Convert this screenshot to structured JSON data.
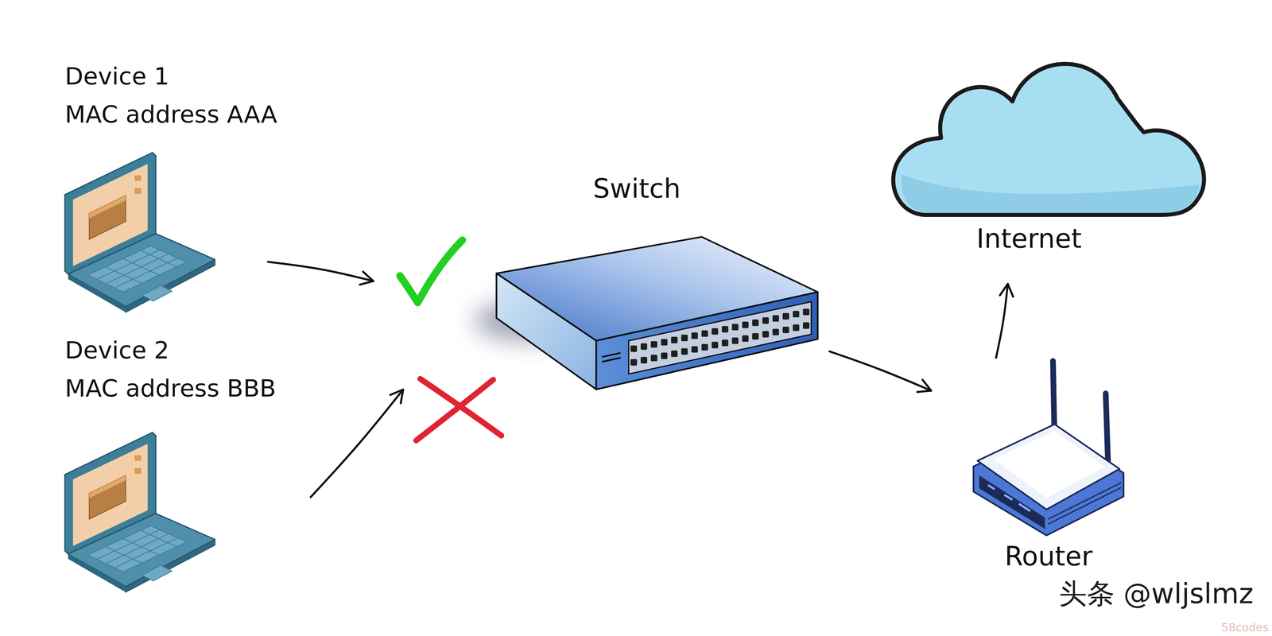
{
  "diagram": {
    "nodes": [
      {
        "text": [
          "Device 1",
          "MAC address AAA"
        ]
      },
      {
        "text": [
          "Device 2",
          "MAC address BBB"
        ]
      },
      {
        "text": [
          "Switch"
        ]
      },
      {
        "text": [
          "Internet"
        ]
      },
      {
        "text": [
          "Router"
        ]
      }
    ],
    "edges": [
      {
        "from": 0,
        "to": 2,
        "arrow": "to"
      },
      {
        "from": 1,
        "to": 2,
        "arrow": "to"
      },
      {
        "from": 2,
        "to": 4,
        "arrow": "to"
      },
      {
        "from": 4,
        "to": 3,
        "arrow": "to"
      }
    ],
    "labels": [
      "头条 @wljslmz",
      "58codes"
    ]
  }
}
